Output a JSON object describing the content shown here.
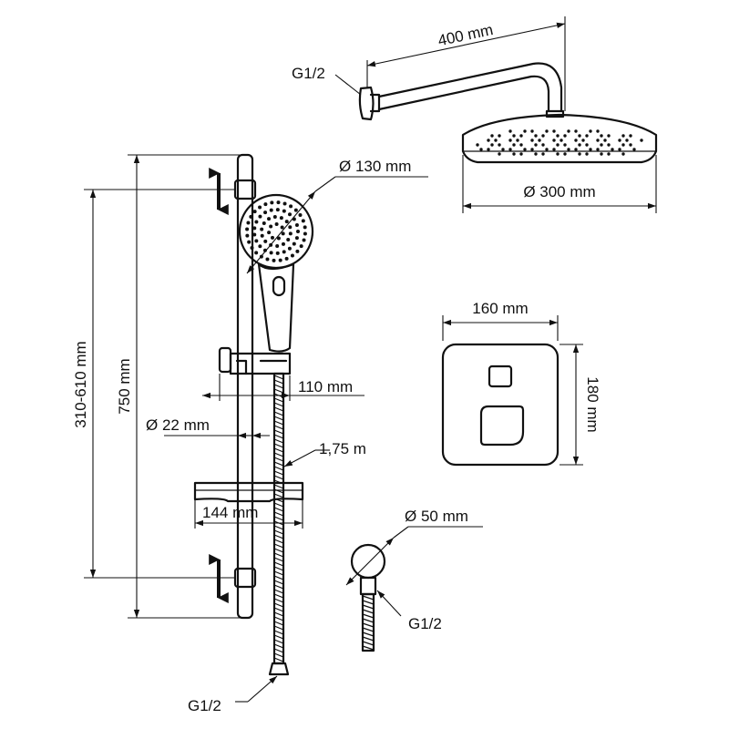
{
  "labels": {
    "arm_length": "400 mm",
    "top_connection": "G1/2",
    "handshower_diameter": "Ø 130 mm",
    "overhead_diameter": "Ø 300 mm",
    "panel_width": "160 mm",
    "panel_height": "180 mm",
    "rail_range": "310-610 mm",
    "rail_height": "750 mm",
    "holder_offset": "110 mm",
    "rail_diameter": "Ø 22 mm",
    "hose_length": "1,75 m",
    "shelf_width": "144 mm",
    "outlet_diameter": "Ø 50 mm",
    "outlet_connection": "G1/2",
    "hose_connection": "G1/2"
  },
  "colors": {
    "line": "#111111",
    "background": "#ffffff"
  }
}
